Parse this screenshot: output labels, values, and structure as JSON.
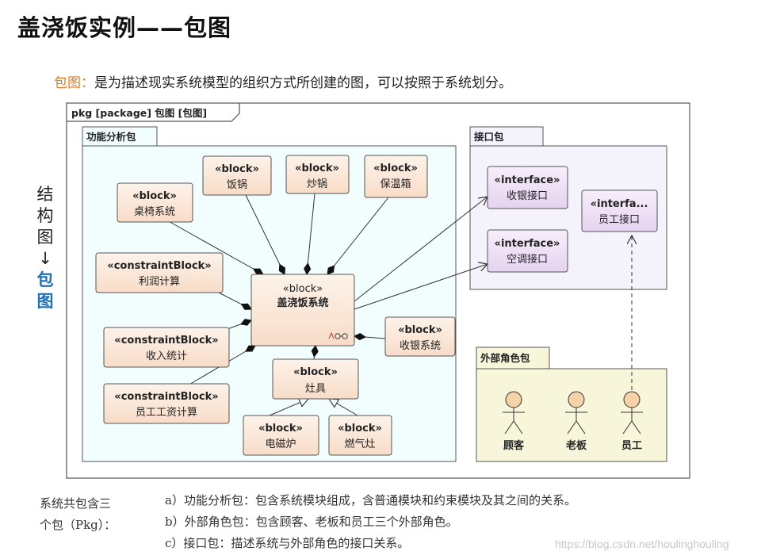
{
  "title": "盖浇饭实例——包图",
  "definition": {
    "term": "包图：",
    "text": "是为描述现实系统模型的组织方式所创建的图，可以按照于系统划分。"
  },
  "side_label": [
    "结",
    "构",
    "图",
    "↓",
    "包",
    "图"
  ],
  "frame_label": "pkg [package] 包图 [包图]",
  "packages": {
    "func": "功能分析包",
    "iface": "接口包",
    "actors": "外部角色包"
  },
  "blocks": {
    "fanguo": {
      "stereo": "«block»",
      "name": "饭锅"
    },
    "chaoguo": {
      "stereo": "«block»",
      "name": "炒锅"
    },
    "baowen": {
      "stereo": "«block»",
      "name": "保温箱"
    },
    "zhuoyi": {
      "stereo": "«block»",
      "name": "桌椅系统"
    },
    "lirun": {
      "stereo": "«constraintBlock»",
      "name": "利润计算"
    },
    "main": {
      "stereo": "«block»",
      "name": "盖浇饭系统"
    },
    "shouru": {
      "stereo": "«constraintBlock»",
      "name": "收入统计"
    },
    "shouyin": {
      "stereo": "«block»",
      "name": "收银系统"
    },
    "zaoju": {
      "stereo": "«block»",
      "name": "灶具"
    },
    "gongzi": {
      "stereo": "«constraintBlock»",
      "name": "员工工资计算"
    },
    "diancilu": {
      "stereo": "«block»",
      "name": "电磁炉"
    },
    "ranqizao": {
      "stereo": "«block»",
      "name": "燃气灶"
    }
  },
  "interfaces": {
    "shouyin_jk": {
      "stereo": "«interface»",
      "name": "收银接口"
    },
    "kongtiao_jk": {
      "stereo": "«interface»",
      "name": "空调接口"
    },
    "yuangong_jk": {
      "stereo": "«interfa...",
      "name": "员工接口"
    }
  },
  "actors": [
    "顾客",
    "老板",
    "员工"
  ],
  "notes": {
    "left": [
      "系统共包含三",
      "个包（Pkg）："
    ],
    "items": [
      "a）功能分析包：包含系统模块组成，含普通模块和约束模块及其之间的关系。",
      "b）外部角色包：包含顾客、老板和员工三个外部角色。",
      "c）接口包：描述系统与外部角色的接口关系。"
    ]
  },
  "watermark": "https://blog.csdn.net/houlinghouling",
  "colors": {
    "term": "#e07b1f",
    "side_highlight": "#1f6fb4",
    "func_pkg_bg": "#f2fdfd",
    "iface_pkg_bg": "#f4f2fb",
    "actor_pkg_bg": "#f7f6da",
    "block_fill": "#fbe6d6",
    "interface_fill": "#eedcf5",
    "actor_head": "#f5d2a8"
  }
}
